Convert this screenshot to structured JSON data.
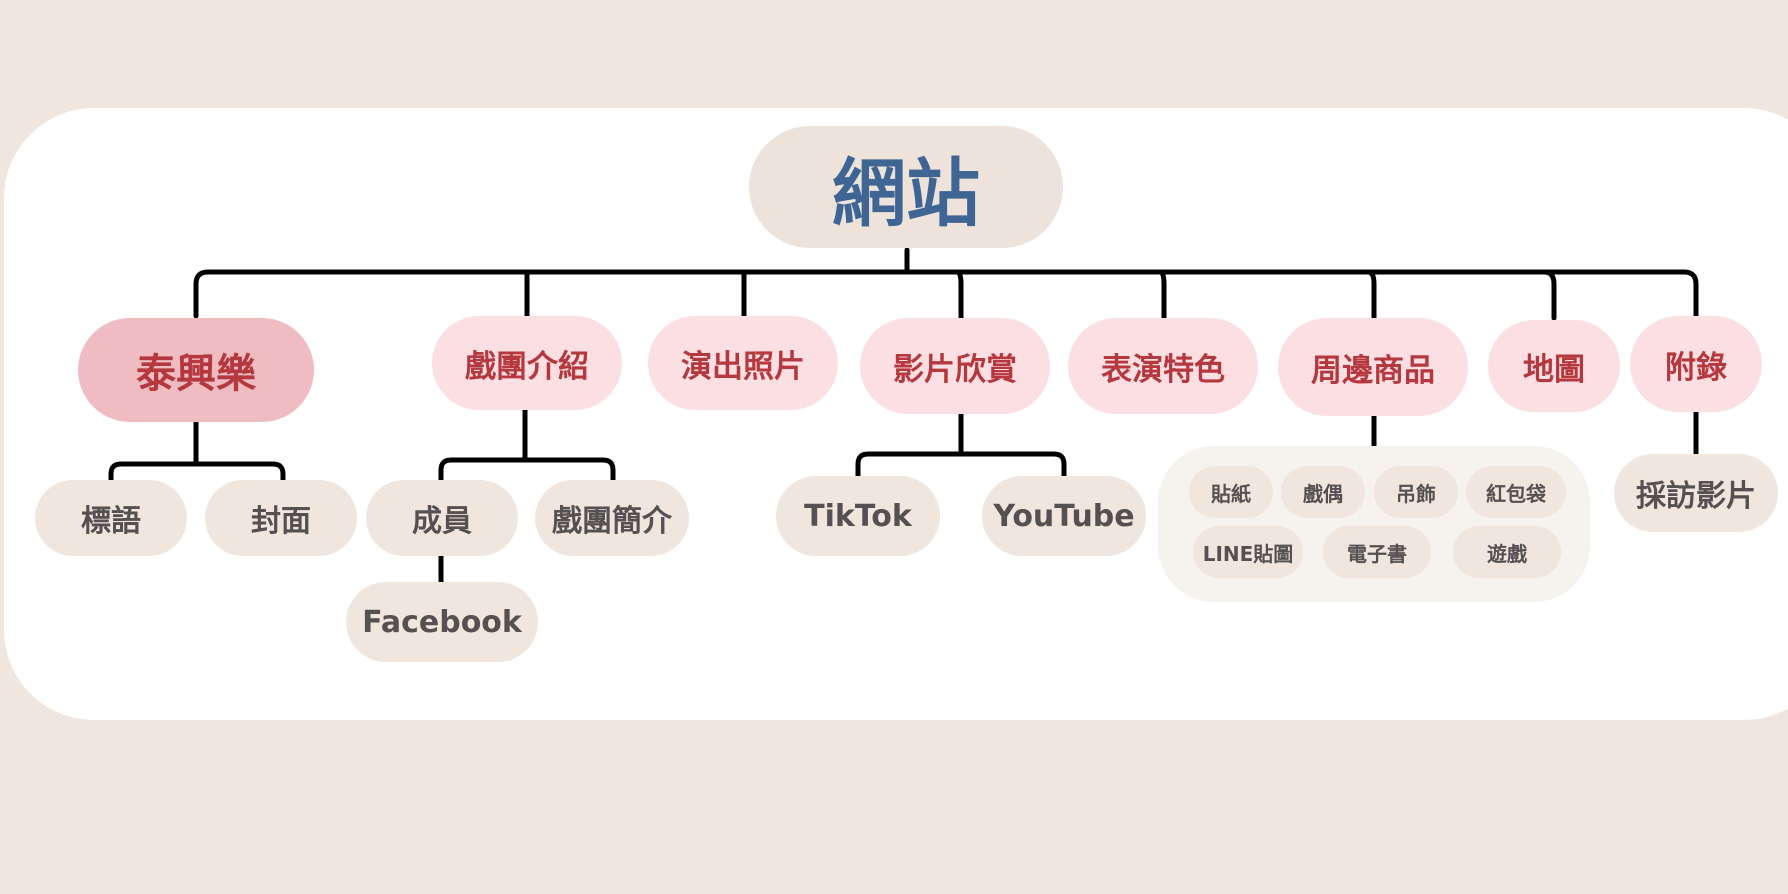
{
  "root": "網站",
  "branches": {
    "thaixing": "泰興樂",
    "intro": "戲團介紹",
    "photos": "演出照片",
    "videos": "影片欣賞",
    "features": "表演特色",
    "goods": "周邊商品",
    "map": "地圖",
    "appendix": "附錄"
  },
  "thaixing_children": {
    "slogan": "標語",
    "cover": "封面"
  },
  "intro_children": {
    "members": "成員",
    "summary": "戲團簡介",
    "facebook": "Facebook"
  },
  "video_children": {
    "tiktok": "TikTok",
    "youtube": "YouTube"
  },
  "goods_items": [
    "貼紙",
    "戲偶",
    "吊飾",
    "紅包袋",
    "LINE貼圖",
    "電子書",
    "遊戲"
  ],
  "appendix_children": {
    "interview": "採訪影片"
  },
  "colors": {
    "background": "#f0e6de",
    "card": "#ffffff",
    "root_text": "#3f6594",
    "branch_fill": "#fcdfe3",
    "highlight_fill": "#efbcc2",
    "branch_text": "#b5383f",
    "leaf_fill": "#f0e6de",
    "leaf_text": "#555152",
    "connector": "#000000"
  }
}
